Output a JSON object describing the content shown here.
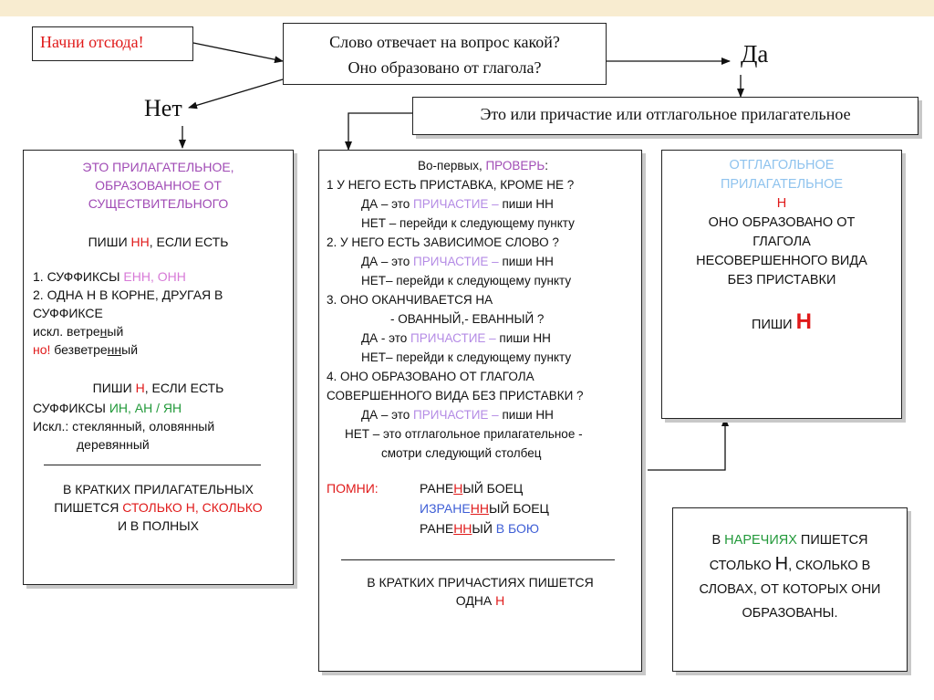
{
  "start_label": "Начни отсюда!",
  "question": {
    "line1": "Слово отвечает на вопрос какой?",
    "line2": "Оно образовано от глагола?"
  },
  "yes_label": "Да",
  "no_label": "Нет",
  "yes_box": "Это или причастие или отглагольное прилагательное",
  "left_col": {
    "title1": "ЭТО ПРИЛАГАТЕЛЬНОЕ,",
    "title2": "ОБРАЗОВАННОЕ ОТ",
    "title3": "СУЩЕСТВИТЕЛЬНОГО",
    "write_nn_pre": "ПИШИ ",
    "write_nn_letters": "НН",
    "write_nn_post": ", ЕСЛИ ЕСТЬ",
    "item1_pre": "1. СУФФИКСЫ ",
    "item1_suffixes": "ЕНН, ОНН",
    "item2_line1": "2. ОДНА Н В КОРНЕ, ДРУГАЯ В",
    "item2_line2": "СУФФИКСЕ",
    "excl1_pre": "искл. ветре",
    "excl1_u": "н",
    "excl1_post": "ый",
    "excl2_label": "но!",
    "excl2_pre": " безветре",
    "excl2_u": "нн",
    "excl2_post": "ый",
    "write_n_pre": "ПИШИ ",
    "write_n_letter": "Н",
    "write_n_post": ", ЕСЛИ ЕСТЬ",
    "suffix_pre": "СУФФИКСЫ ",
    "suffix_list": "ИН, АН / ЯН",
    "excl3_line1": "Искл.: стеклянный, оловянный",
    "excl3_line2": "деревянный",
    "short1": "В КРАТКИХ ПРИЛАГАТЕЛЬНЫХ",
    "short2_pre": "ПИШЕТСЯ ",
    "short2_red": "СТОЛЬКО Н, СКОЛЬКО",
    "short3": "И В ПОЛНЫХ"
  },
  "middle_col": {
    "intro_pre": "Во-первых,  ",
    "intro_check": "ПРОВЕРЬ",
    "intro_post": ":",
    "q1": "1 У НЕГО ЕСТЬ ПРИСТАВКА, КРОМЕ НЕ ?",
    "q1_yes_pre": "ДА – это ",
    "q1_yes_mid": "ПРИЧАСТИЕ –",
    "q1_yes_post": " пиши НН",
    "q1_no": "НЕТ – перейди к следующему пункту",
    "q2": "2. У НЕГО ЕСТЬ ЗАВИСИМОЕ СЛОВО ?",
    "q2_yes_pre": "ДА – это ",
    "q2_yes_mid": "ПРИЧАСТИЕ –",
    "q2_yes_post": " пиши НН",
    "q2_no": "НЕТ– перейди к следующему пункту",
    "q3_line1": "3. ОНО ОКАНЧИВАЕТСЯ НА",
    "q3_line2": "- ОВАННЫЙ,- ЕВАННЫЙ ?",
    "q3_yes_pre": "ДА - это ",
    "q3_yes_mid": "ПРИЧАСТИЕ –",
    "q3_yes_post": " пиши НН",
    "q3_no": "НЕТ– перейди к следующему пункту",
    "q4_line1": "4. ОНО ОБРАЗОВАНО ОТ ГЛАГОЛА",
    "q4_line2": "СОВЕРШЕННОГО ВИДА БЕЗ ПРИСТАВКИ ?",
    "q4_yes_pre": "ДА – это ",
    "q4_yes_mid": "ПРИЧАСТИЕ –",
    "q4_yes_post": " пиши НН",
    "q4_no_line1": "НЕТ  –  это отглагольное прилагательное -",
    "q4_no_line2": "смотри следующий столбец",
    "remember": "ПОМНИ:",
    "ex1_pre": "РАНЕ",
    "ex1_u": "Н",
    "ex1_post": "ЫЙ БОЕЦ",
    "ex2_pre": "ИЗРАНЕ",
    "ex2_u": "НН",
    "ex2_post": "ЫЙ БОЕЦ",
    "ex3_pre": "РАНЕ",
    "ex3_u": "НН",
    "ex3_mid": "ЫЙ ",
    "ex3_post": "В БОЮ",
    "short1": "В КРАТКИХ ПРИЧАСТИЯХ ПИШЕТСЯ",
    "short2_pre": "ОДНА ",
    "short2_red": "Н"
  },
  "right_col": {
    "line1": "ОТГЛАГОЛЬНОЕ",
    "line2": "ПРИЛАГАТЕЛЬНОЕ",
    "line3": "Н",
    "line4": "ОНО ОБРАЗОВАНО ОТ",
    "line5": "ГЛАГОЛА",
    "line6": "НЕСОВЕРШЕННОГО ВИДА",
    "line7": "БЕЗ ПРИСТАВКИ",
    "write": "ПИШИ ",
    "write_letter": "Н"
  },
  "adverb_box": {
    "line1_pre": "В ",
    "line1_green": "НАРЕЧИЯХ",
    "line1_post": " ПИШЕТСЯ",
    "line2_pre": "СТОЛЬКО ",
    "line2_big": "Н",
    "line2_post": ", СКОЛЬКО В",
    "line3": "СЛОВАХ, ОТ КОТОРЫХ ОНИ",
    "line4": "ОБРАЗОВАНЫ."
  },
  "colors": {
    "red": "#e01a1a",
    "pink": "#d77ad7",
    "purple": "#a04bb5",
    "violet": "#b48be5",
    "green": "#22993a",
    "blue": "#3f5fd6",
    "light_blue": "#8fc3ee",
    "header_band": "#f8ecd0"
  }
}
